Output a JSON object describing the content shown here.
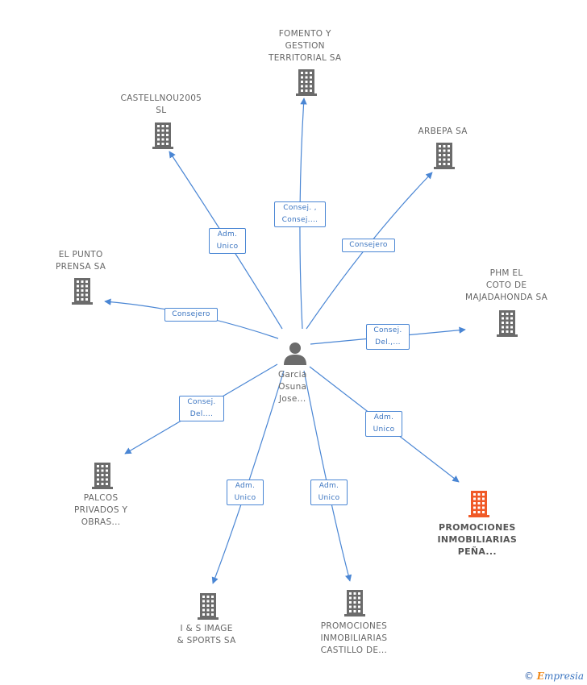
{
  "center": {
    "name_lines": [
      "Garcia",
      "Osuna",
      "Jose..."
    ],
    "icon": "person-icon"
  },
  "nodes": [
    {
      "id": "fomento",
      "lines": [
        "FOMENTO Y",
        "GESTION",
        "TERRITORIAL SA"
      ],
      "icon": "building-icon",
      "highlight": false
    },
    {
      "id": "castellnou",
      "lines": [
        "CASTELLNOU2005",
        "SL"
      ],
      "icon": "building-icon",
      "highlight": false
    },
    {
      "id": "arbepa",
      "lines": [
        "ARBEPA SA"
      ],
      "icon": "building-icon",
      "highlight": false
    },
    {
      "id": "elpunto",
      "lines": [
        "EL PUNTO",
        "PRENSA SA"
      ],
      "icon": "building-icon",
      "highlight": false
    },
    {
      "id": "phm",
      "lines": [
        "PHM EL",
        "COTO DE",
        "MAJADAHONDA SA"
      ],
      "icon": "building-icon",
      "highlight": false
    },
    {
      "id": "palcos",
      "lines": [
        "PALCOS",
        "PRIVADOS Y",
        "OBRAS..."
      ],
      "icon": "building-icon",
      "highlight": false
    },
    {
      "id": "promo_pena",
      "lines": [
        "PROMOCIONES",
        "INMOBILIARIAS",
        "PEÑA..."
      ],
      "icon": "building-icon",
      "highlight": true
    },
    {
      "id": "is_image",
      "lines": [
        "I & S IMAGE",
        "& SPORTS SA"
      ],
      "icon": "building-icon",
      "highlight": false
    },
    {
      "id": "promo_castillo",
      "lines": [
        "PROMOCIONES",
        "INMOBILIARIAS",
        "CASTILLO DE..."
      ],
      "icon": "building-icon",
      "highlight": false
    }
  ],
  "edges": [
    {
      "to": "fomento",
      "lines": [
        "Consej. ,",
        "Consej...."
      ]
    },
    {
      "to": "castellnou",
      "lines": [
        "Adm.",
        "Unico"
      ]
    },
    {
      "to": "arbepa",
      "lines": [
        "Consejero"
      ]
    },
    {
      "to": "elpunto",
      "lines": [
        "Consejero"
      ]
    },
    {
      "to": "phm",
      "lines": [
        "Consej.",
        "Del.,..."
      ]
    },
    {
      "to": "palcos",
      "lines": [
        "Consej.",
        "Del...."
      ]
    },
    {
      "to": "promo_pena",
      "lines": [
        "Adm.",
        "Unico"
      ]
    },
    {
      "to": "is_image",
      "lines": [
        "Adm.",
        "Unico"
      ]
    },
    {
      "to": "promo_castillo",
      "lines": [
        "Adm.",
        "Unico"
      ]
    }
  ],
  "colors": {
    "edge": "#4a86d4",
    "node_icon": "#6b6b6b",
    "highlight_icon": "#f05a28",
    "text": "#666666"
  },
  "footer": {
    "copyright": "©",
    "brand_e": "E",
    "brand_rest": "mpresia"
  }
}
